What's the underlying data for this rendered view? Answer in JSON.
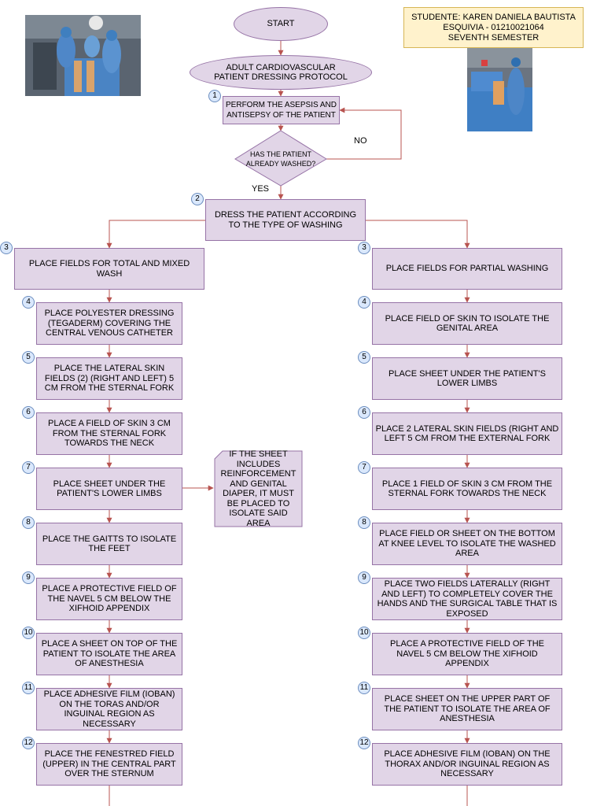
{
  "colors": {
    "process_fill": "#e1d5e7",
    "process_stroke": "#9673a6",
    "number_fill": "#dae8fc",
    "number_stroke": "#6c8ebf",
    "arrow": "#b85450",
    "student_fill": "#fff2cc",
    "student_stroke": "#d6b656"
  },
  "start": "START",
  "protocol": "ADULT CARDIOVASCULAR PATIENT DRESSING PROTOCOL",
  "student": {
    "line1": "STUDENTE: KAREN DANIELA BAUTISTA",
    "line2": "ESQUIVIA - 01210021064",
    "line3": "SEVENTH SEMESTER"
  },
  "step1": {
    "num": "1",
    "text": "PERFORM THE ASEPSIS AND ANTISEPSY OF THE PATIENT"
  },
  "decision": {
    "text": "HAS THE PATIENT ALREADY WASHED?",
    "no": "NO",
    "yes": "YES"
  },
  "step2": {
    "num": "2",
    "text": "DRESS THE PATIENT ACCORDING TO THE TYPE OF WASHING"
  },
  "note": "IF THE SHEET INCLUDES REINFORCEMENT AND GENITAL DIAPER, IT MUST BE PLACED TO ISOLATE SAID AREA",
  "left": [
    {
      "num": "3",
      "text": "PLACE FIELDS FOR TOTAL AND MIXED WASH"
    },
    {
      "num": "4",
      "text": "PLACE POLYESTER DRESSING (TEGADERM) COVERING THE CENTRAL VENOUS CATHETER"
    },
    {
      "num": "5",
      "text": "PLACE THE LATERAL SKIN FIELDS (2) (RIGHT AND LEFT) 5 CM FROM THE STERNAL FORK"
    },
    {
      "num": "6",
      "text": "PLACE A FIELD OF SKIN 3 CM FROM THE STERNAL FORK TOWARDS THE NECK"
    },
    {
      "num": "7",
      "text": "PLACE SHEET UNDER THE PATIENT'S LOWER LIMBS"
    },
    {
      "num": "8",
      "text": "PLACE THE GAITTS TO ISOLATE THE FEET"
    },
    {
      "num": "9",
      "text": "PLACE A PROTECTIVE FIELD OF THE NAVEL 5 CM BELOW THE XIFHOID APPENDIX"
    },
    {
      "num": "10",
      "text": "PLACE A SHEET ON TOP OF THE PATIENT TO ISOLATE THE AREA OF ANESTHESIA"
    },
    {
      "num": "11",
      "text": "PLACE ADHESIVE FILM (IOBAN) ON THE TORAS AND/OR INGUINAL REGION AS NECESSARY"
    },
    {
      "num": "12",
      "text": "PLACE THE FENESTRED FIELD (UPPER) IN THE CENTRAL PART OVER THE STERNUM"
    }
  ],
  "right": [
    {
      "num": "3",
      "text": "PLACE FIELDS FOR PARTIAL WASHING"
    },
    {
      "num": "4",
      "text": "PLACE FIELD OF SKIN TO ISOLATE THE GENITAL AREA"
    },
    {
      "num": "5",
      "text": "PLACE SHEET UNDER THE PATIENT'S LOWER LIMBS"
    },
    {
      "num": "6",
      "text": "PLACE 2 LATERAL SKIN FIELDS (RIGHT AND LEFT 5 CM FROM THE EXTERNAL FORK"
    },
    {
      "num": "7",
      "text": "PLACE 1 FIELD OF SKIN 3 CM FROM THE STERNAL FORK TOWARDS THE NECK"
    },
    {
      "num": "8",
      "text": "PLACE FIELD OR SHEET ON THE BOTTOM AT KNEE LEVEL TO ISOLATE THE WASHED AREA"
    },
    {
      "num": "9",
      "text": "PLACE TWO FIELDS LATERALLY (RIGHT AND LEFT) TO COMPLETELY COVER THE HANDS AND THE SURGICAL TABLE THAT IS EXPOSED"
    },
    {
      "num": "10",
      "text": "PLACE A PROTECTIVE FIELD OF THE NAVEL 5 CM BELOW THE XIFHOID APPENDIX"
    },
    {
      "num": "11",
      "text": "PLACE SHEET ON THE UPPER PART OF THE PATIENT TO ISOLATE THE AREA OF ANESTHESIA"
    },
    {
      "num": "12",
      "text": "PLACE ADHESIVE FILM (IOBAN) ON THE THORAX AND/OR INGUINAL REGION AS NECESSARY"
    }
  ]
}
